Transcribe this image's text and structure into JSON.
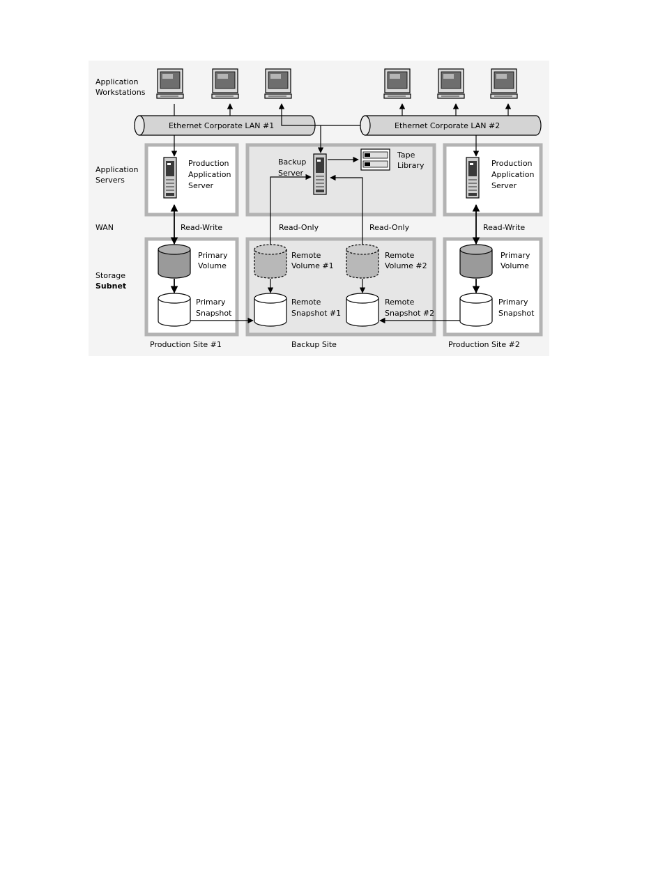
{
  "row_labels": {
    "workstations": [
      "Application",
      "Workstations"
    ],
    "servers": [
      "Application",
      "Servers"
    ],
    "wan": "WAN",
    "storage": [
      "Storage",
      "Subnet"
    ]
  },
  "lans": {
    "lan1": "Ethernet Corporate LAN #1",
    "lan2": "Ethernet Corporate LAN #2"
  },
  "servers": {
    "prod1": [
      "Production",
      "Application",
      "Server"
    ],
    "backup": [
      "Backup",
      "Server"
    ],
    "tape": [
      "Tape",
      "Library"
    ],
    "prod2": [
      "Production",
      "Application",
      "Server"
    ]
  },
  "access_labels": {
    "rw1": "Read-Write",
    "ro1": "Read-Only",
    "ro2": "Read-Only",
    "rw2": "Read-Write"
  },
  "storage": {
    "prod1_volume": [
      "Primary",
      "Volume"
    ],
    "prod1_snapshot": [
      "Primary",
      "Snapshot"
    ],
    "remote_volume1": [
      "Remote",
      "Volume #1"
    ],
    "remote_snapshot1": [
      "Remote",
      "Snapshot #1"
    ],
    "remote_volume2": [
      "Remote",
      "Volume #2"
    ],
    "remote_snapshot2": [
      "Remote",
      "Snapshot #2"
    ],
    "prod2_volume": [
      "Primary",
      "Volume"
    ],
    "prod2_snapshot": [
      "Primary",
      "Snapshot"
    ]
  },
  "sites": {
    "site1": "Production Site #1",
    "backup": "Backup Site",
    "site2": "Production Site #2"
  },
  "colors": {
    "panel_border": "#b3b3b3",
    "backup_fill": "#e6e6e6",
    "volume_fill": "#9a9a9a",
    "remote_volume_fill": "#b8b8b8"
  }
}
